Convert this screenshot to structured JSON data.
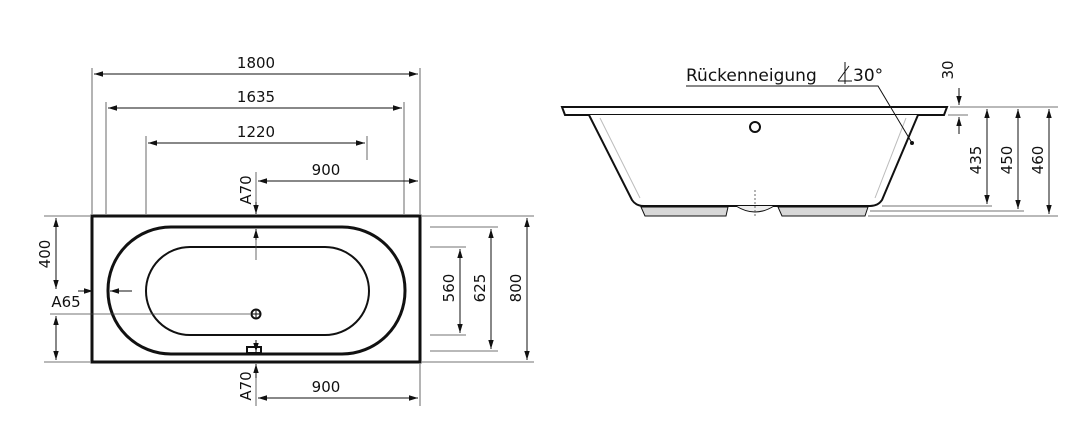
{
  "top_view": {
    "overall_length": "1800",
    "length_1635": "1635",
    "length_1220": "1220",
    "offset_top": "900",
    "offset_bottom": "900",
    "dim_a70_top": "A70",
    "dim_a70_bottom": "A70",
    "dim_a65": "A65",
    "width_400": "400",
    "width_560": "560",
    "width_625": "625",
    "width_800": "800"
  },
  "side_view": {
    "backrest_label": "Rückenneigung",
    "backrest_angle": "30°",
    "rim_30": "30",
    "depth_435": "435",
    "height_450": "450",
    "height_460": "460"
  }
}
